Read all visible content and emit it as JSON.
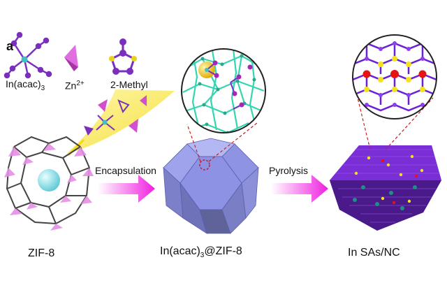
{
  "panel_letter": "a",
  "reagents": {
    "in_acac_main": "In(acac)",
    "in_acac_sub": "3",
    "zn_main": "Zn",
    "zn_sup": "2+",
    "methyl": "2-Methyl"
  },
  "arrows": {
    "encapsulation": "Encapsulation",
    "pyrolysis": "Pyrolysis"
  },
  "structures": {
    "zif": "ZIF-8",
    "mid_pre": "In(acac)",
    "mid_sub": "3",
    "mid_post": "@ZIF-8",
    "right": "In SAs/NC"
  },
  "colors": {
    "in_atom": "#3fc2c2",
    "acac_purple": "#7a2fbf",
    "zn_tetra": "#d24fd0",
    "methyl_yellow": "#e9d31a",
    "zif_cage": "#34d6b0",
    "dodecahedron": "#8f95e6",
    "arrow_pink": "#f020e0",
    "nc_purple": "#6d1fd6",
    "single_atom_red": "#e51414",
    "nitrogen_yellow": "#f3e21c"
  }
}
